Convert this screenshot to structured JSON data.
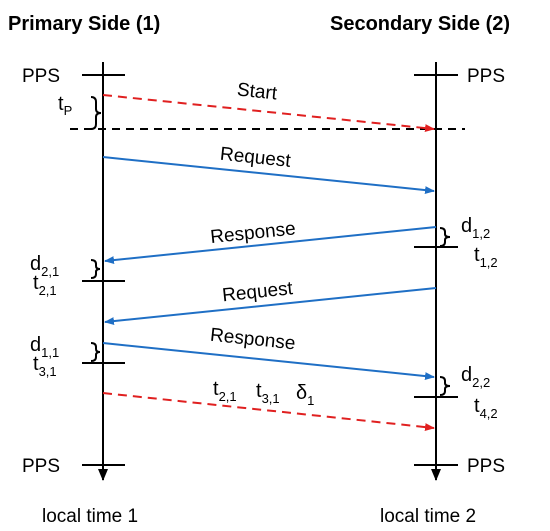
{
  "columns": {
    "primary": {
      "title": "Primary Side (1)",
      "footer": "local time 1",
      "pps_top": "PPS",
      "pps_bottom": "PPS"
    },
    "secondary": {
      "title": "Secondary Side (2)",
      "footer": "local time 2",
      "pps_top": "PPS",
      "pps_bottom": "PPS"
    }
  },
  "messages": {
    "start": "Start",
    "request_1": "Request",
    "response_1": "Response",
    "request_2": "Request",
    "response_2": "Response"
  },
  "final_message": {
    "t21_base": "t",
    "t21_sub": "2,1",
    "t31_base": "t",
    "t31_sub": "3,1",
    "delta_base": "δ",
    "delta_sub": "1"
  },
  "primary_marks": {
    "tp_base": "t",
    "tp_sub": "P",
    "d21_base": "d",
    "d21_sub": "2,1",
    "t21_base": "t",
    "t21_sub": "2,1",
    "d11_base": "d",
    "d11_sub": "1,1",
    "t31_base": "t",
    "t31_sub": "3,1"
  },
  "secondary_marks": {
    "d12_base": "d",
    "d12_sub": "1,2",
    "t12_base": "t",
    "t12_sub": "1,2",
    "d22_base": "d",
    "d22_sub": "2,2",
    "t42_base": "t",
    "t42_sub": "4,2"
  },
  "colors": {
    "solid_arrow": "#1f6fc5",
    "dashed_arrow": "#e02020",
    "timeline": "#000000"
  }
}
